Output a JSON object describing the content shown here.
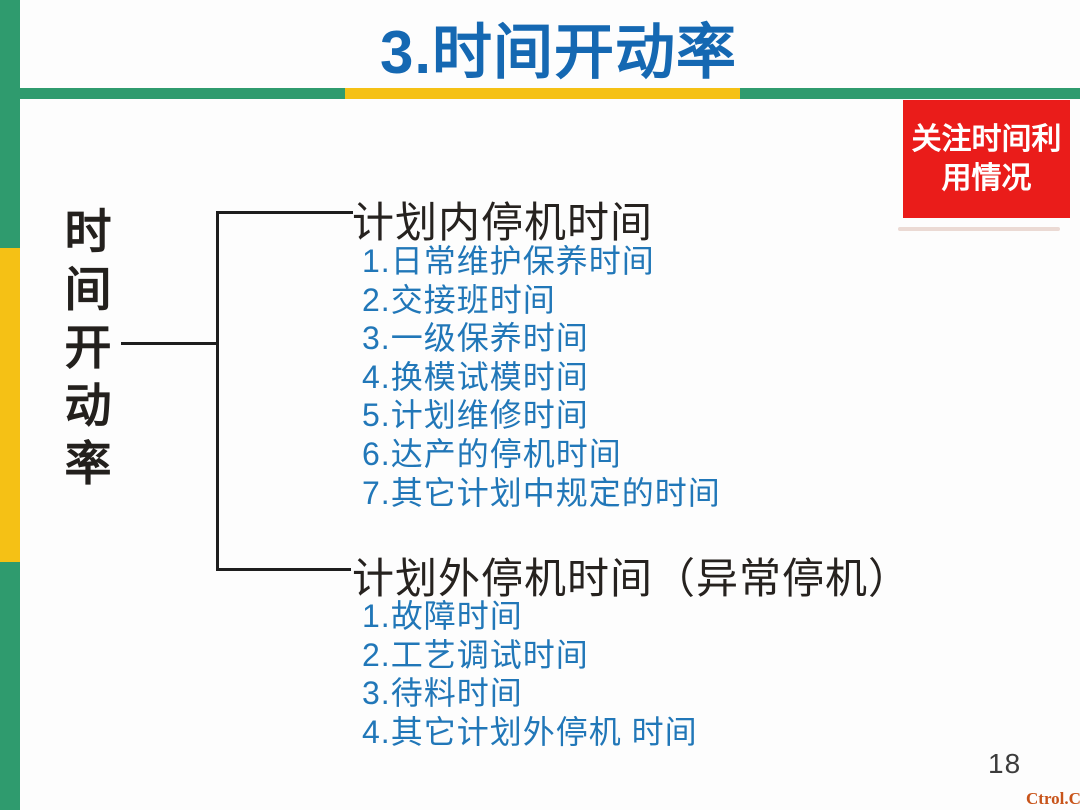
{
  "slide": {
    "title": "3.时间开动率",
    "page_number": "18",
    "watermark": "Ctrol.CN"
  },
  "badge": {
    "line1": "关注时间利",
    "line2": "用情况"
  },
  "tree": {
    "root_label": "时间开动率",
    "branches": [
      {
        "heading": "计划内停机时间",
        "items": [
          "1.日常维护保养时间",
          "2.交接班时间",
          "3.一级保养时间",
          "4.换模试模时间",
          "5.计划维修时间",
          "6.达产的停机时间",
          "7.其它计划中规定的时间"
        ]
      },
      {
        "heading": "计划外停机时间（异常停机）",
        "items": [
          "1.故障时间",
          "2.工艺调试时间",
          "3.待料时间",
          "4.其它计划外停机 时间"
        ]
      }
    ]
  },
  "colors": {
    "accent_green": "#2F9B6E",
    "accent_yellow": "#F5C115",
    "title_blue": "#1568B2",
    "item_blue": "#2177B8",
    "heading_black": "#26221F",
    "badge_red": "#EA1C1A",
    "badge_text": "#FFFFFF",
    "page_number_gray": "#3C3C3C",
    "watermark_orange": "#C8541A"
  }
}
